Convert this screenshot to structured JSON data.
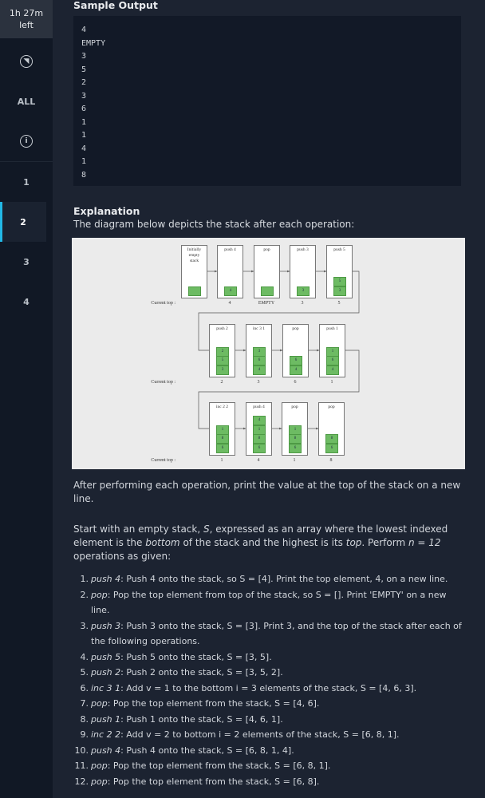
{
  "sidebar": {
    "timer": [
      "1h 27m",
      "left"
    ],
    "all": "ALL",
    "questions": [
      "1",
      "2",
      "3",
      "4"
    ],
    "active": "2"
  },
  "sample_output": {
    "title": "Sample Output",
    "lines": [
      "4",
      "EMPTY",
      "3",
      "5",
      "2",
      "3",
      "6",
      "1",
      "1",
      "4",
      "1",
      "8"
    ]
  },
  "explanation": {
    "title": "Explanation",
    "intro": "The diagram below depicts the stack after each operation:",
    "after": "After performing each operation, print the value at the top of the stack on a new line.",
    "start_a": "Start with an empty stack, ",
    "S": "S",
    "start_b": ", expressed as an array where the lowest indexed element is the ",
    "bottom": "bottom",
    "start_c": " of the stack and the highest is its ",
    "top": "top",
    "start_d": ". Perform ",
    "n_eq": "n = 12",
    "start_e": " operations as given:"
  },
  "diagram": {
    "current_top_label": "Current top :",
    "rows": [
      [
        {
          "op": "Initially empty stack",
          "stack": [
            ""
          ],
          "top": ""
        },
        {
          "op": "push 4",
          "stack": [
            "4"
          ],
          "top": "4"
        },
        {
          "op": "pop",
          "stack": [
            ""
          ],
          "top": "EMPTY"
        },
        {
          "op": "push 3",
          "stack": [
            "3"
          ],
          "top": "3"
        },
        {
          "op": "push 5",
          "stack": [
            "5",
            "3"
          ],
          "top": "5"
        }
      ],
      [
        {
          "op": "push 2",
          "stack": [
            "2",
            "5",
            "3"
          ],
          "top": "2"
        },
        {
          "op": "inc 3 1",
          "stack": [
            "3",
            "6",
            "4"
          ],
          "top": "3"
        },
        {
          "op": "pop",
          "stack": [
            "6",
            "4"
          ],
          "top": "6"
        },
        {
          "op": "push 1",
          "stack": [
            "1",
            "6",
            "4"
          ],
          "top": "1"
        }
      ],
      [
        {
          "op": "inc 2 2",
          "stack": [
            "1",
            "8",
            "6"
          ],
          "top": "1"
        },
        {
          "op": "push 4",
          "stack": [
            "4",
            "1",
            "8",
            "6"
          ],
          "top": "4"
        },
        {
          "op": "pop",
          "stack": [
            "1",
            "8",
            "6"
          ],
          "top": "1"
        },
        {
          "op": "pop",
          "stack": [
            "8",
            "6"
          ],
          "top": "8"
        }
      ]
    ]
  },
  "operations": [
    {
      "n": "1.",
      "op": "push 4",
      "text": ": Push 4 onto the stack, so S = [4]. Print the top element, 4, on a new line."
    },
    {
      "n": "2.",
      "op": "pop",
      "text": ": Pop the top element from top of the stack, so S = []. Print 'EMPTY' on a new line."
    },
    {
      "n": "3.",
      "op": "push 3",
      "text": ": Push 3 onto the stack, S = [3]. Print 3, and the top of the stack after each of the following operations."
    },
    {
      "n": "4.",
      "op": "push 5",
      "text": ": Push 5 onto the stack, S = [3, 5]."
    },
    {
      "n": "5.",
      "op": "push 2",
      "text": ": Push 2 onto the stack, S = [3, 5, 2]."
    },
    {
      "n": "6.",
      "op": "inc 3 1",
      "text": ": Add v = 1 to the bottom i = 3 elements of the stack, S = [4, 6, 3]."
    },
    {
      "n": "7.",
      "op": "pop",
      "text": ": Pop the top element from the stack, S = [4, 6]."
    },
    {
      "n": "8.",
      "op": "push 1",
      "text": ": Push 1 onto the stack, S = [4, 6, 1]."
    },
    {
      "n": "9.",
      "op": "inc 2 2",
      "text": ": Add v = 2 to bottom i = 2 elements of the stack,  S = [6, 8, 1]."
    },
    {
      "n": "10.",
      "op": "push 4",
      "text": ": Push 4 onto the stack, S = [6, 8, 1, 4]."
    },
    {
      "n": "11.",
      "op": "pop",
      "text": ": Pop the top element from the stack, S = [6, 8, 1]."
    },
    {
      "n": "12.",
      "op": "pop",
      "text": ": Pop the top element from the stack, S = [6, 8]."
    }
  ]
}
